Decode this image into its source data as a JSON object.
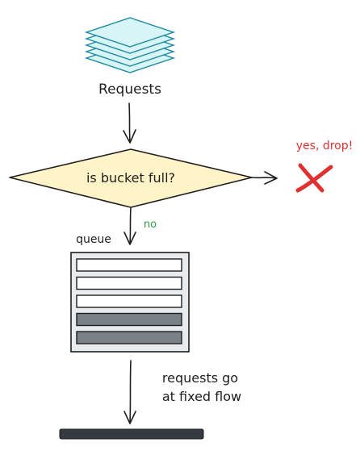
{
  "nodes": {
    "requests_label": "Requests",
    "decision_label": "is bucket full?",
    "drop_label": "yes, drop!",
    "no_label": "no",
    "queue_label": "queue",
    "flow_label_line1": "requests go",
    "flow_label_line2": "at fixed flow"
  },
  "queue": {
    "slots": [
      {
        "state": "empty"
      },
      {
        "state": "empty"
      },
      {
        "state": "empty"
      },
      {
        "state": "filled"
      },
      {
        "state": "filled"
      }
    ]
  },
  "colors": {
    "stack_stroke": "#1c8a9e",
    "stack_fill": "#d7f4f7",
    "decision_fill": "#fff3c7",
    "ink": "#1e1e1e",
    "drop_red": "#e03131",
    "no_green": "#2f9e44",
    "queue_bg": "#e9ecef",
    "slot_filled": "#7b8287",
    "output_bar": "#343a40"
  },
  "icons": {
    "requests": "stacked-layers-icon",
    "drop": "x-cross-icon"
  }
}
